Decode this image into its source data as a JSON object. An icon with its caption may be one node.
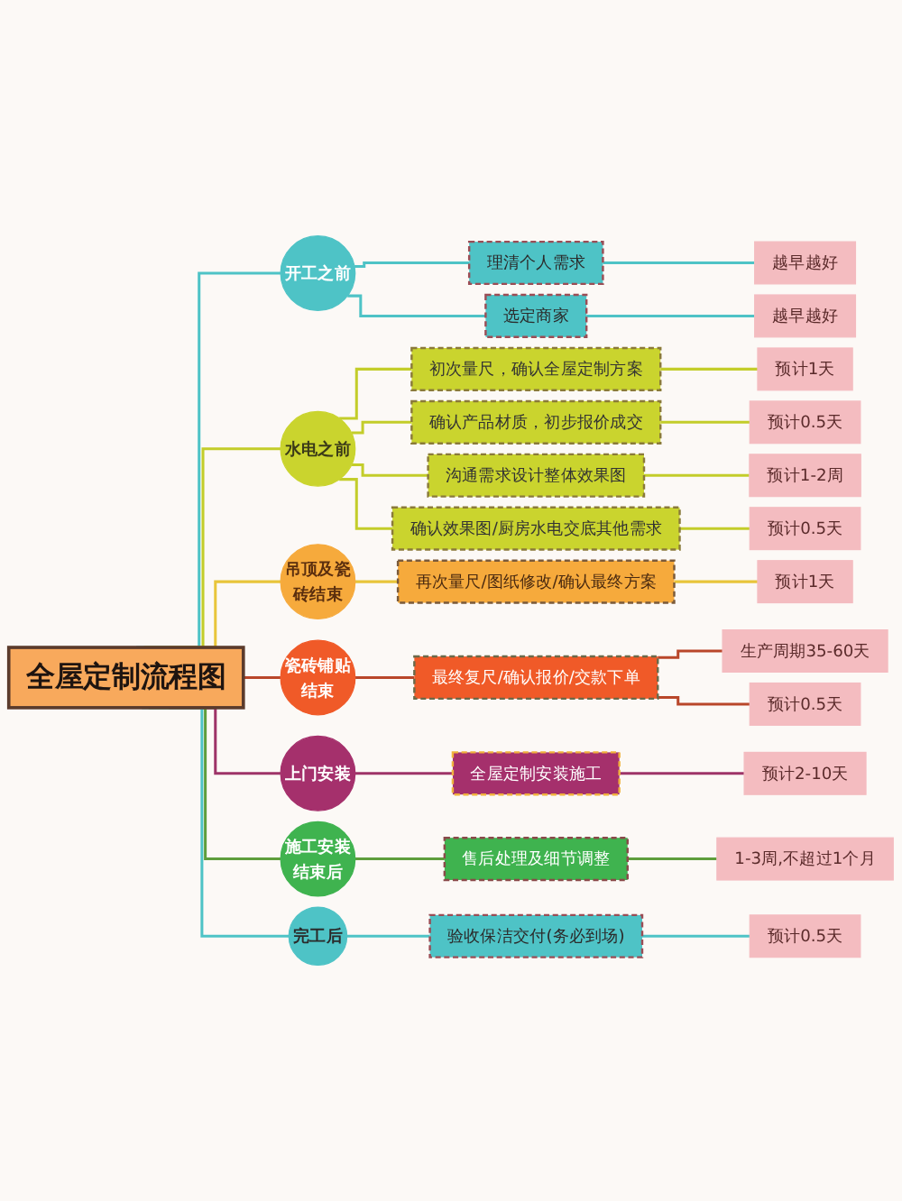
{
  "diagram": {
    "nodes": [
      {
        "text": [
          "全屋定制流程图"
        ]
      },
      {
        "text": [
          "开工之前"
        ]
      },
      {
        "text": [
          "理清个人需求"
        ]
      },
      {
        "text": [
          "越早越好"
        ]
      },
      {
        "text": [
          "选定商家"
        ]
      },
      {
        "text": [
          "越早越好"
        ]
      },
      {
        "text": [
          "水电之前"
        ]
      },
      {
        "text": [
          "初次量尺，确认全屋定制方案"
        ]
      },
      {
        "text": [
          "预计1天"
        ]
      },
      {
        "text": [
          "确认产品材质，初步报价成交"
        ]
      },
      {
        "text": [
          "预计0.5天"
        ]
      },
      {
        "text": [
          "沟通需求设计整体效果图"
        ]
      },
      {
        "text": [
          "预计1-2周"
        ]
      },
      {
        "text": [
          "确认效果图/厨房水电交底其他需求"
        ]
      },
      {
        "text": [
          "预计0.5天"
        ]
      },
      {
        "text": [
          "吊顶及瓷砖结束"
        ]
      },
      {
        "text": [
          "再次量尺/图纸修改/确认最终方案"
        ]
      },
      {
        "text": [
          "预计1天"
        ]
      },
      {
        "text": [
          "瓷砖铺贴结束"
        ]
      },
      {
        "text": [
          "最终复尺/确认报价/交款下单"
        ]
      },
      {
        "text": [
          "生产周期35-60天"
        ]
      },
      {
        "text": [
          "预计0.5天"
        ]
      },
      {
        "text": [
          "上门安装"
        ]
      },
      {
        "text": [
          "全屋定制安装施工"
        ]
      },
      {
        "text": [
          "预计2-10天"
        ]
      },
      {
        "text": [
          "施工安装结束后"
        ]
      },
      {
        "text": [
          "售后处理及细节调整"
        ]
      },
      {
        "text": [
          "1-3周,不超过1个月"
        ]
      },
      {
        "text": [
          "完工后"
        ]
      },
      {
        "text": [
          "验收保洁交付(务必到场)"
        ]
      },
      {
        "text": [
          "预计0.5天"
        ]
      }
    ],
    "edges": [
      {
        "from": 0,
        "to": 1,
        "arrow": "none",
        "color": "#4ec3c6"
      },
      {
        "from": 1,
        "to": 2,
        "arrow": "none",
        "color": "#4ec3c6"
      },
      {
        "from": 2,
        "to": 3,
        "arrow": "none",
        "color": "#4ec3c6"
      },
      {
        "from": 1,
        "to": 4,
        "arrow": "none",
        "color": "#4ec3c6"
      },
      {
        "from": 4,
        "to": 5,
        "arrow": "none",
        "color": "#4ec3c6"
      },
      {
        "from": 0,
        "to": 6,
        "arrow": "none",
        "color": "#c3cd2a"
      },
      {
        "from": 6,
        "to": 7,
        "arrow": "none",
        "color": "#c3cd2a"
      },
      {
        "from": 7,
        "to": 8,
        "arrow": "none",
        "color": "#c3cd2a"
      },
      {
        "from": 6,
        "to": 9,
        "arrow": "none",
        "color": "#c3cd2a"
      },
      {
        "from": 9,
        "to": 10,
        "arrow": "none",
        "color": "#c3cd2a"
      },
      {
        "from": 6,
        "to": 11,
        "arrow": "none",
        "color": "#c3cd2a"
      },
      {
        "from": 11,
        "to": 12,
        "arrow": "none",
        "color": "#c3cd2a"
      },
      {
        "from": 6,
        "to": 13,
        "arrow": "none",
        "color": "#c3cd2a"
      },
      {
        "from": 13,
        "to": 14,
        "arrow": "none",
        "color": "#c3cd2a"
      },
      {
        "from": 0,
        "to": 15,
        "arrow": "none",
        "color": "#e8c53a"
      },
      {
        "from": 15,
        "to": 16,
        "arrow": "none",
        "color": "#e8c53a"
      },
      {
        "from": 16,
        "to": 17,
        "arrow": "none",
        "color": "#e8c53a"
      },
      {
        "from": 0,
        "to": 18,
        "arrow": "none",
        "color": "#b9472a"
      },
      {
        "from": 18,
        "to": 19,
        "arrow": "none",
        "color": "#b9472a"
      },
      {
        "from": 19,
        "to": 20,
        "arrow": "none",
        "color": "#b9472a"
      },
      {
        "from": 19,
        "to": 21,
        "arrow": "none",
        "color": "#b9472a"
      },
      {
        "from": 0,
        "to": 22,
        "arrow": "none",
        "color": "#9e3468"
      },
      {
        "from": 22,
        "to": 23,
        "arrow": "none",
        "color": "#9e3468"
      },
      {
        "from": 23,
        "to": 24,
        "arrow": "none",
        "color": "#9e3468"
      },
      {
        "from": 0,
        "to": 25,
        "arrow": "none",
        "color": "#5e9e3c"
      },
      {
        "from": 25,
        "to": 26,
        "arrow": "none",
        "color": "#5e9e3c"
      },
      {
        "from": 26,
        "to": 27,
        "arrow": "none",
        "color": "#5e9e3c"
      },
      {
        "from": 0,
        "to": 28,
        "arrow": "none",
        "color": "#4ec3c6"
      },
      {
        "from": 28,
        "to": 29,
        "arrow": "none",
        "color": "#4ec3c6"
      },
      {
        "from": 29,
        "to": 30,
        "arrow": "none",
        "color": "#4ec3c6"
      }
    ]
  }
}
